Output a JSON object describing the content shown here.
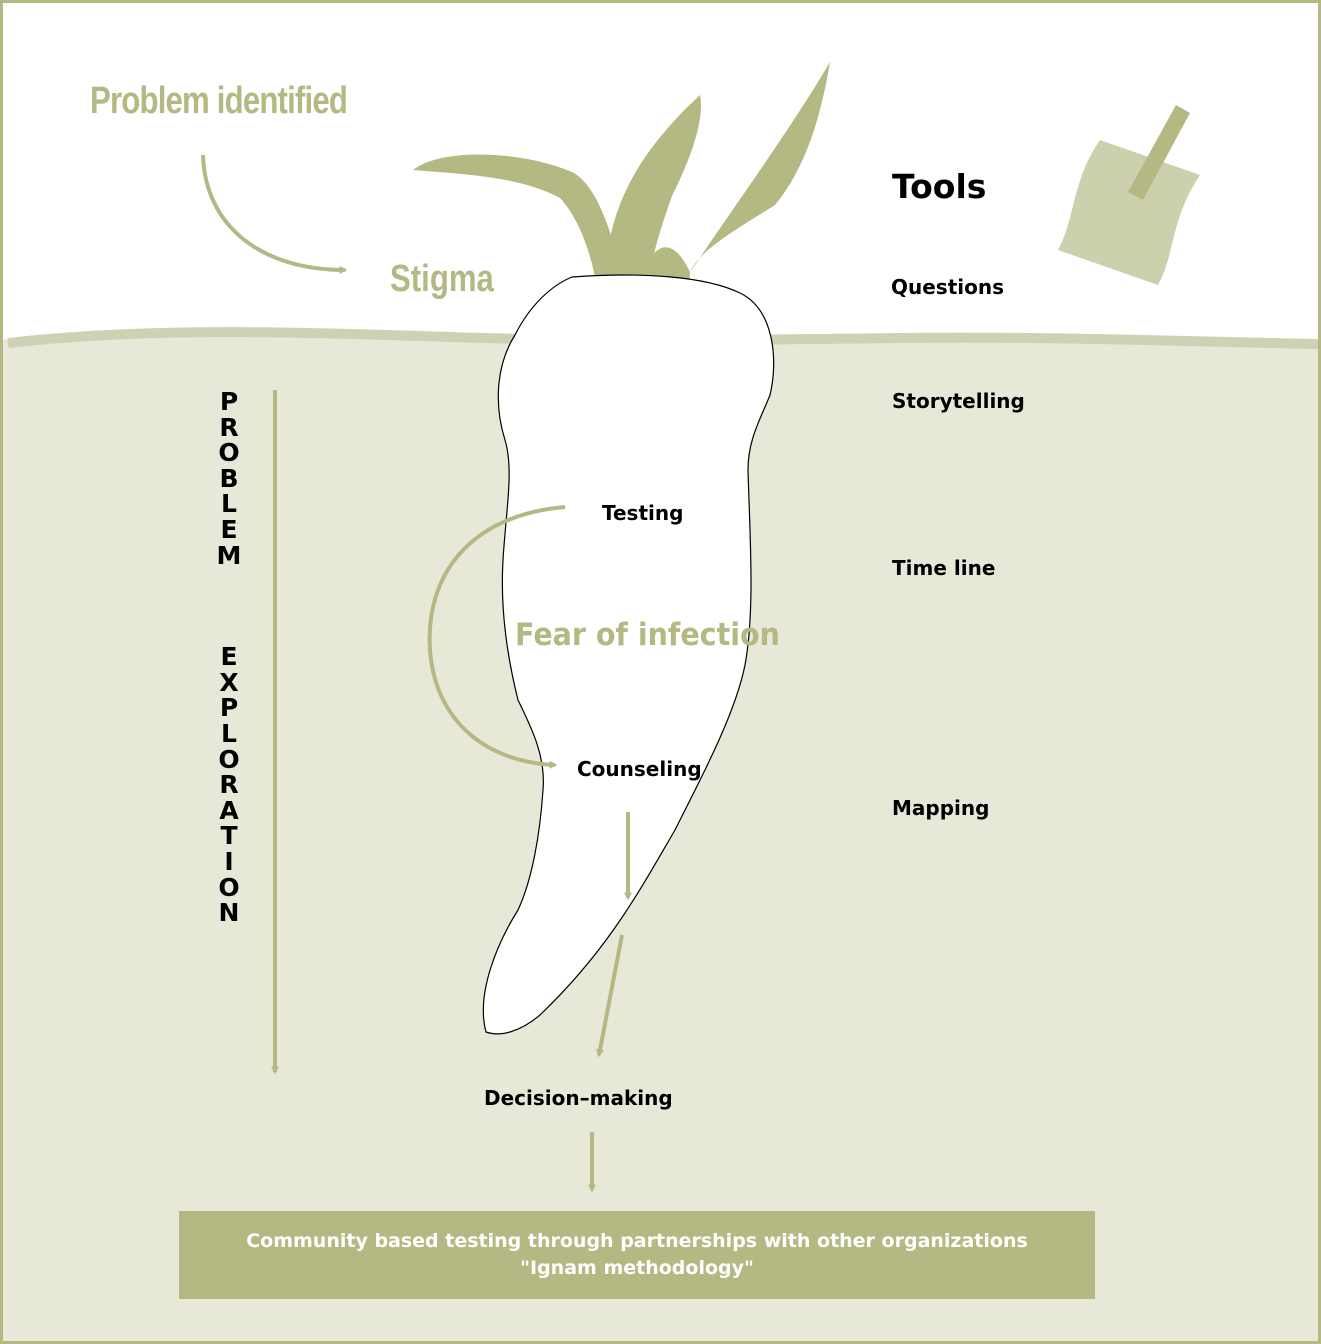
{
  "colors": {
    "accent": "#b4b983",
    "ground": "#e8e8d9",
    "ground_edge": "#cfd1b5",
    "shovel": "#cdd0ac",
    "frame": "#b4b983",
    "text": "#000000",
    "banner_text": "#ffffff"
  },
  "header": {
    "problem_identified": "Problem identified",
    "stigma": "Stigma"
  },
  "tools": {
    "title": "Tools",
    "items": [
      "Questions",
      "Storytelling",
      "Time line",
      "Mapping"
    ]
  },
  "root_steps": {
    "testing": "Testing",
    "fear": "Fear of infection",
    "counseling": "Counseling",
    "decision": "Decision–making"
  },
  "vertical_label": {
    "word1": [
      "P",
      "R",
      "O",
      "B",
      "L",
      "E",
      "M"
    ],
    "word2": [
      "E",
      "X",
      "P",
      "L",
      "O",
      "R",
      "A",
      "T",
      "I",
      "O",
      "N"
    ]
  },
  "banner": {
    "line1": "Community based testing through partnerships with other organizations",
    "line2": "\"Ignam methodology\""
  },
  "icons": [
    "leaves-icon",
    "root-icon",
    "shovel-icon"
  ]
}
